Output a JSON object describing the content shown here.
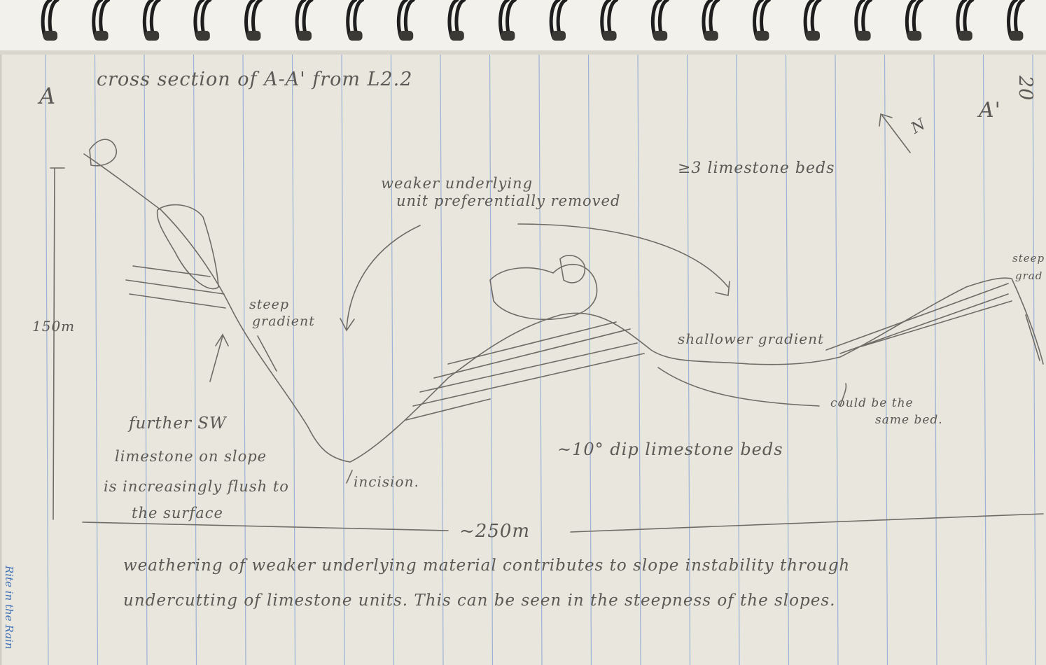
{
  "title": "cross section of A-A' from L2.2",
  "page_number": "20",
  "point_a": "A",
  "point_a_prime": "A'",
  "north_label": "N",
  "vertical_scale": "150m",
  "horizontal_scale": "~250m",
  "annotations": {
    "weaker_line1": "weaker underlying",
    "weaker_line2": "unit preferentially removed",
    "limestone_beds": "≥3 limestone beds",
    "steep_gradient_left_1": "steep",
    "steep_gradient_left_2": "gradient",
    "steep_gradient_right_1": "steep",
    "steep_gradient_right_2": "grad",
    "shallower_gradient": "shallower gradient",
    "could_be_1": "could be the",
    "could_be_2": "same bed.",
    "dip_beds": "~10° dip limestone beds",
    "incision": "incision.",
    "further_1": "further SW",
    "further_2": "limestone on slope",
    "further_3": "is increasingly flush to",
    "further_4": "the surface"
  },
  "notes": {
    "line1": "weathering of weaker underlying material contributes to slope instability through",
    "line2": "undercutting of limestone units. This can be seen in the steepness of the slopes."
  },
  "margin_note": "Rite in the Rain",
  "colors": {
    "paper": "#e9e6dd",
    "rule": "#8ea9d6",
    "pencil": "#5b5955",
    "ring": "#1e1e1e"
  }
}
